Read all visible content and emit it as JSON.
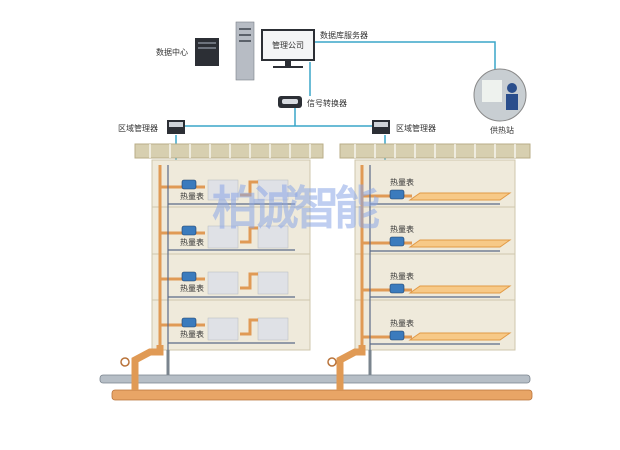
{
  "diagram": {
    "title": "热计量远程抄表系统",
    "watermark": "柏诚智能",
    "nodes": {
      "data_center": "数据中心",
      "management_company": "管理公司",
      "db_server": "数据库服务器",
      "signal_converter": "信号转换器",
      "zone_manager_left": "区域管理器",
      "zone_manager_right": "区域管理器",
      "heating_station": "供热站"
    },
    "heat_meter_label": "热量表",
    "buildings": [
      {
        "name": "radiator-building",
        "floors": 4,
        "heating_type": "radiator"
      },
      {
        "name": "floor-heating-building",
        "floors": 4,
        "heating_type": "floor-heating"
      }
    ],
    "colors": {
      "signal_line": "#3aa6c8",
      "hot_pipe": "#e09a55",
      "return_pipe": "#9aa4ad",
      "building_wall": "#efeadb",
      "roof": "#c9bf9b"
    }
  }
}
